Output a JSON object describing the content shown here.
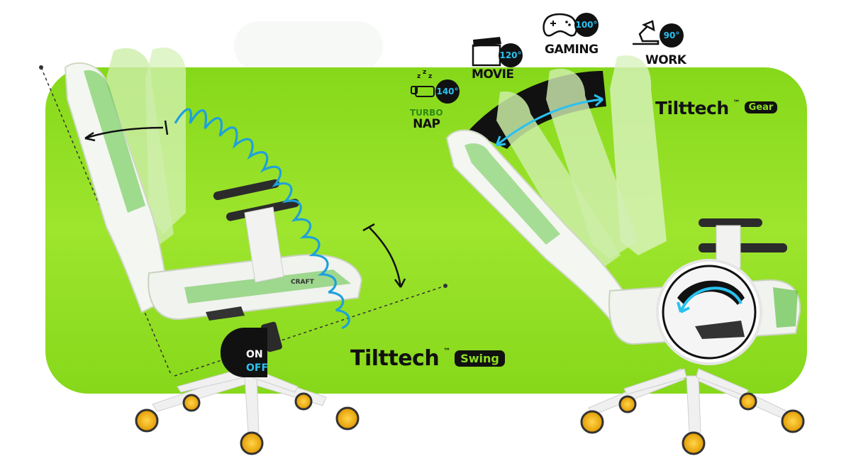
{
  "brands": {
    "swing": {
      "word": "Tilttech",
      "tm": "™",
      "pill": "Swing"
    },
    "gear": {
      "word": "Tilttech",
      "tm": "™",
      "pill": "Gear"
    }
  },
  "modes": [
    {
      "key": "turbo_nap",
      "sub": "TURBO",
      "label": "NAP",
      "degree": "140°",
      "icon": "sleep-icon"
    },
    {
      "key": "movie",
      "label": "MOVIE",
      "degree": "120°",
      "icon": "clapperboard-icon"
    },
    {
      "key": "gaming",
      "label": "GAMING",
      "degree": "100°",
      "icon": "gamepad-icon"
    },
    {
      "key": "work",
      "label": "WORK",
      "degree": "90°",
      "icon": "desk-lamp-icon"
    }
  ],
  "lock": {
    "on": "ON",
    "off": "OFF"
  },
  "seat_badge": "CRAFT",
  "colors": {
    "panel": "#8fe020",
    "accent": "#29c2f0",
    "dark": "#111111",
    "wheel": "#f5a800"
  }
}
